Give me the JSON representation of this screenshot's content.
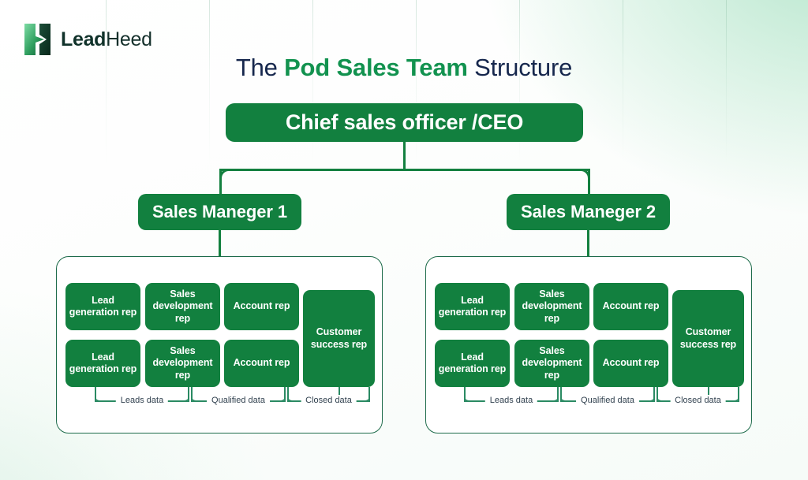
{
  "brand": {
    "logo_icon": "leadheed-logo-mark",
    "name_bold": "Lead",
    "name_regular": "Heed",
    "green": "#12924f",
    "navy": "#16274d"
  },
  "title": {
    "prefix": "The ",
    "highlight": "Pod Sales Team",
    "suffix": " Structure"
  },
  "chart_data": {
    "type": "diagram",
    "title": "The Pod Sales Team Structure",
    "root": "Chief sales officer /CEO",
    "branches": [
      "Sales Maneger 1",
      "Sales Maneger 2"
    ],
    "pod_roles": [
      "Lead generation rep",
      "Sales development rep",
      "Account rep",
      "Lead generation rep",
      "Sales development rep",
      "Account rep",
      "Customer success rep"
    ],
    "flow_labels": [
      "Leads data",
      "Qualified data",
      "Closed data"
    ]
  },
  "org": {
    "ceo": "Chief sales officer /CEO",
    "managers": [
      {
        "label": "Sales Maneger 1"
      },
      {
        "label": "Sales Maneger 2"
      }
    ],
    "pods": [
      {
        "roles_top": [
          "Lead generation rep",
          "Sales development rep",
          "Account rep"
        ],
        "roles_bottom": [
          "Lead generation rep",
          "Sales development rep",
          "Account rep"
        ],
        "tall_role": "Customer success rep",
        "flows": [
          "Leads data",
          "Qualified data",
          "Closed data"
        ]
      },
      {
        "roles_top": [
          "Lead generation rep",
          "Sales development rep",
          "Account rep"
        ],
        "roles_bottom": [
          "Lead generation rep",
          "Sales development rep",
          "Account rep"
        ],
        "tall_role": "Customer success rep",
        "flows": [
          "Leads data",
          "Qualified data",
          "Closed data"
        ]
      }
    ]
  },
  "colors": {
    "node_green": "#12803f",
    "border_green": "#1d6b4a",
    "connector_green": "#2a8a63",
    "label_text": "#31414f"
  }
}
